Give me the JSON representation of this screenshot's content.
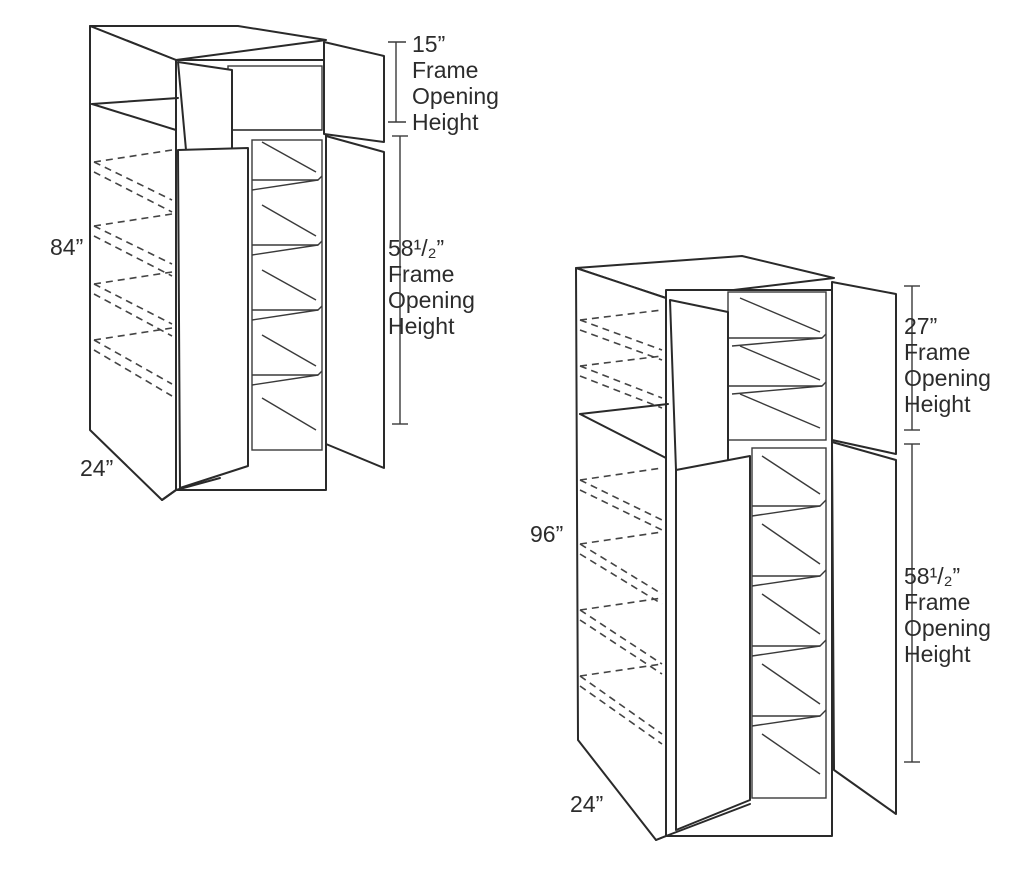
{
  "cabinet_84": {
    "height_label": "84”",
    "depth_label": "24”",
    "upper_opening": [
      "15”",
      "Frame",
      "Opening",
      "Height"
    ],
    "lower_opening": [
      "58¹/₂”",
      "Frame",
      "Opening",
      "Height"
    ]
  },
  "cabinet_96": {
    "height_label": "96”",
    "depth_label": "24”",
    "upper_opening": [
      "27”",
      "Frame",
      "Opening",
      "Height"
    ],
    "lower_opening": [
      "58¹/₂”",
      "Frame",
      "Opening",
      "Height"
    ]
  }
}
